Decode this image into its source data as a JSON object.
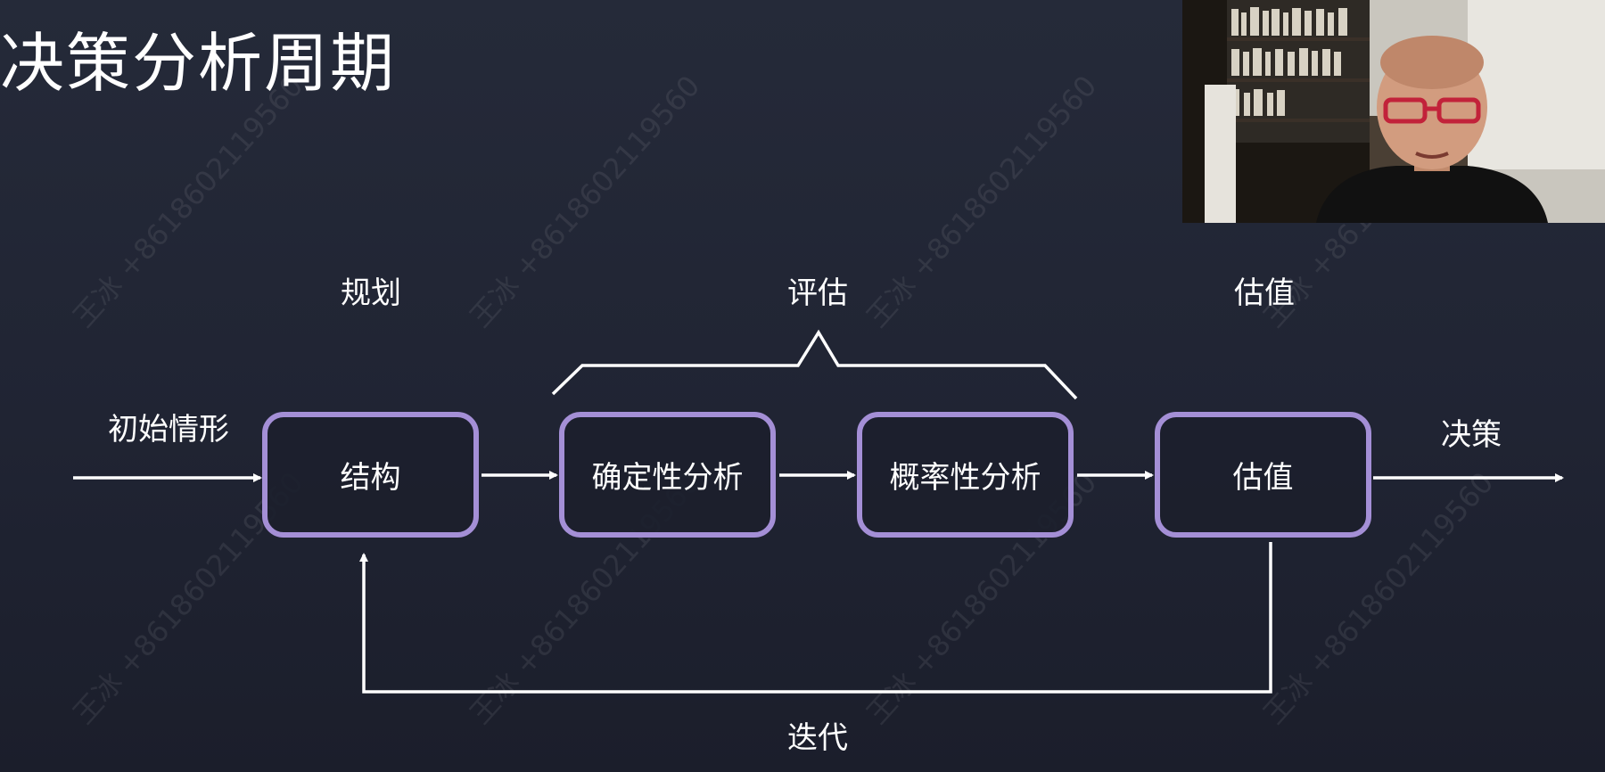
{
  "slide": {
    "title": "决策分析周期"
  },
  "diagram": {
    "input_label": "初始情形",
    "output_label": "决策",
    "iterate_label": "迭代",
    "phases": [
      {
        "label": "规划"
      },
      {
        "label": "评估"
      },
      {
        "label": "估值"
      }
    ],
    "nodes": [
      {
        "label": "结构"
      },
      {
        "label": "确定性分析"
      },
      {
        "label": "概率性分析"
      },
      {
        "label": "估值"
      }
    ],
    "colors": {
      "node_border": "#a48fd6",
      "line": "#ffffff"
    }
  },
  "watermark": {
    "text": "王冰 +8618602119560"
  },
  "webcam": {
    "description_icon": "presenter-video-icon"
  }
}
